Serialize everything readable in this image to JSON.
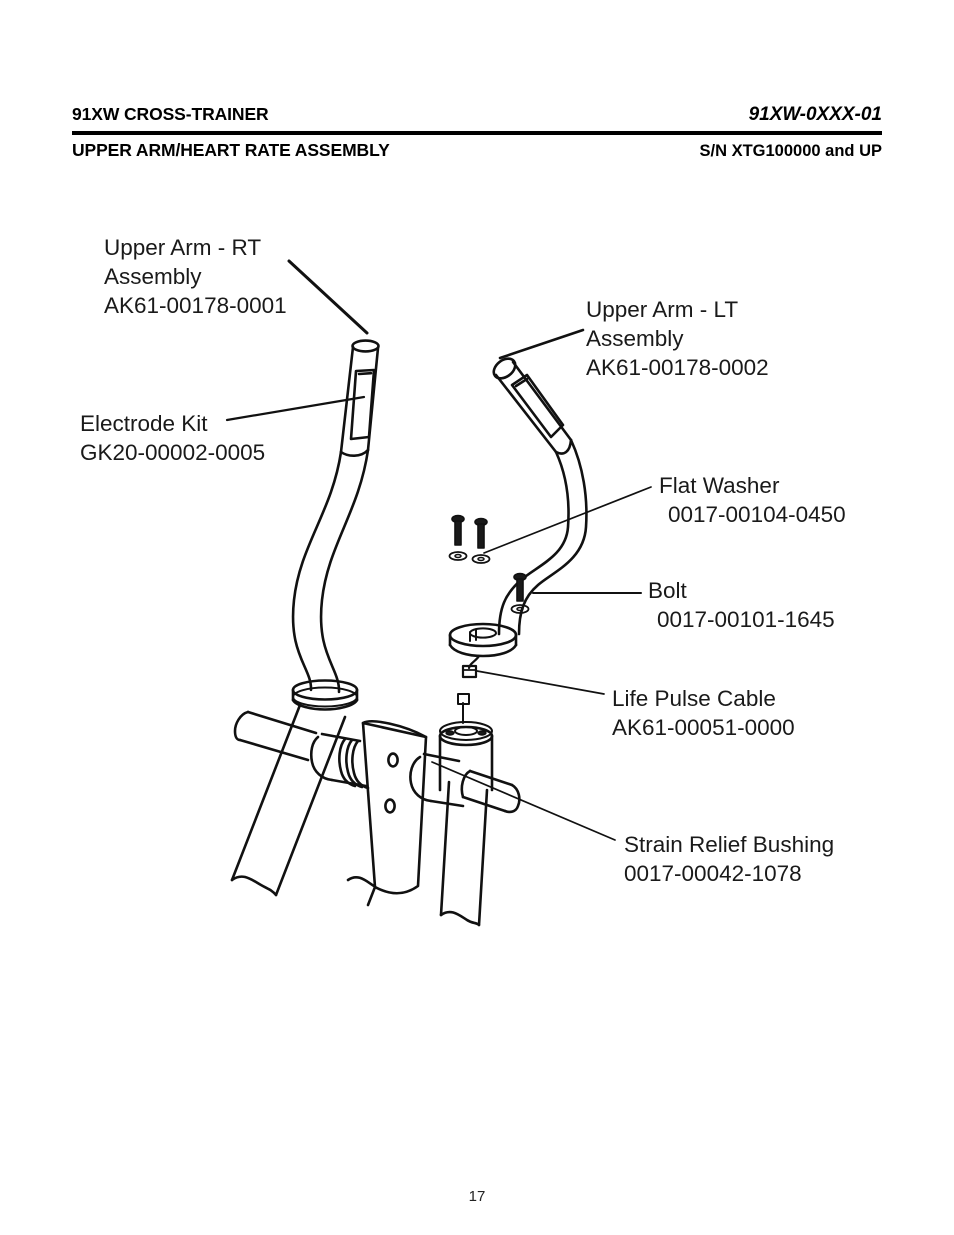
{
  "header": {
    "title": "91XW CROSS-TRAINER",
    "model": "91XW-0XXX-01",
    "subtitle": "UPPER ARM/HEART RATE ASSEMBLY",
    "serial": "S/N XTG100000 and UP"
  },
  "callouts": {
    "upper_arm_rt": {
      "line1": "Upper Arm - RT",
      "line2": "Assembly",
      "part_number": "AK61-00178-0001"
    },
    "electrode_kit": {
      "line1": "Electrode Kit",
      "part_number": "GK20-00002-0005"
    },
    "upper_arm_lt": {
      "line1": "Upper Arm - LT",
      "line2": "Assembly",
      "part_number": "AK61-00178-0002"
    },
    "flat_washer": {
      "line1": "Flat Washer",
      "part_number": "0017-00104-0450"
    },
    "bolt": {
      "line1": "Bolt",
      "part_number": "0017-00101-1645"
    },
    "life_pulse_cable": {
      "line1": "Life Pulse Cable",
      "part_number": "AK61-00051-0000"
    },
    "strain_relief_bushing": {
      "line1": "Strain Relief Bushing",
      "part_number": "0017-00042-1078"
    }
  },
  "footer": {
    "page_number": "17"
  },
  "colors": {
    "ink": "#000000",
    "text": "#1a1a1a",
    "paper": "#ffffff"
  }
}
